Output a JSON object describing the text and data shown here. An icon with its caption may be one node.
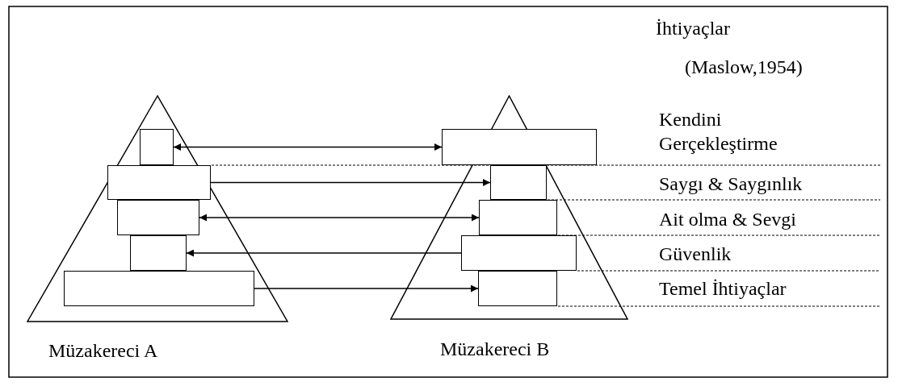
{
  "diagram": {
    "nodes": [
      {
        "text": [],
        "shape": "triangle",
        "beside": [
          "Müzakereci A"
        ]
      },
      {
        "text": [],
        "shape": "box",
        "in": 0
      },
      {
        "text": [],
        "shape": "box",
        "in": 0
      },
      {
        "text": [],
        "shape": "box",
        "in": 0
      },
      {
        "text": [],
        "shape": "box",
        "in": 0
      },
      {
        "text": [],
        "shape": "box",
        "in": 0
      },
      {
        "text": [],
        "shape": "triangle",
        "beside": [
          "Müzakereci B"
        ]
      },
      {
        "text": [],
        "shape": "box",
        "in": 6
      },
      {
        "text": [],
        "shape": "box",
        "in": 6
      },
      {
        "text": [],
        "shape": "box",
        "in": 6
      },
      {
        "text": [],
        "shape": "box",
        "in": 6
      },
      {
        "text": [],
        "shape": "box",
        "in": 6
      }
    ],
    "edges": [
      {
        "from": 1,
        "to": 7,
        "arrow": "both"
      },
      {
        "from": 2,
        "to": 8,
        "arrow": "to"
      },
      {
        "from": 3,
        "to": 9,
        "arrow": "both"
      },
      {
        "from": 10,
        "to": 4,
        "arrow": "to"
      },
      {
        "from": 5,
        "to": 11,
        "arrow": "to"
      }
    ],
    "labels": [
      "İhtiyaçlar",
      "(Maslow,1954)",
      "Kendini Gerçekleştirme",
      "Saygı & Saygınlık",
      "Ait olma & Sevgi",
      "Güvenlik",
      "Temel İhtiyaçlar"
    ]
  }
}
